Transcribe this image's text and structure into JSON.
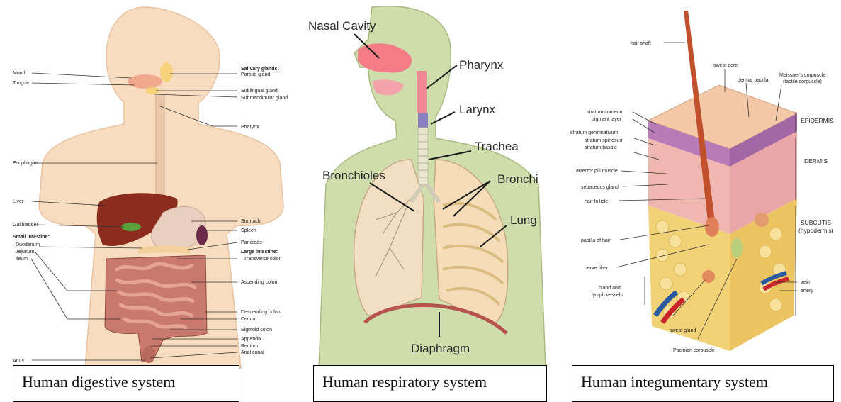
{
  "panels": {
    "digestive": {
      "caption": "Human digestive system",
      "labels": {
        "mouth": "Mouth",
        "tongue": "Tongue",
        "esophagus": "Esophagus",
        "liver": "Liver",
        "gallbladder": "Gallbladder",
        "small_intestine": "Small intestine:",
        "duodenum": "Duodenum",
        "jejunum": "Jejunum",
        "ileum": "Ileum",
        "anus": "Anus",
        "salivary": "Salivary glands:",
        "parotid": "Parotid gland",
        "sublingual": "Sublingual gland",
        "submandibular": "Submandibular gland",
        "pharynx": "Pharynx",
        "stomach": "Stomach",
        "spleen": "Spleen",
        "pancreas": "Pancreas",
        "large_intestine": "Large intestine:",
        "transverse": "Transverse colon",
        "ascending": "Ascending colon",
        "descending": "Descending colon",
        "cecum": "Cecum",
        "sigmoid": "Sigmoid colon",
        "appendix": "Appendix",
        "rectum": "Rectum",
        "anal_canal": "Anal canal"
      }
    },
    "respiratory": {
      "caption": "Human respiratory system",
      "labels": {
        "nasal": "Nasal Cavity",
        "pharynx": "Pharynx",
        "larynx": "Larynx",
        "trachea": "Trachea",
        "bronchioles": "Bronchioles",
        "bronchi": "Bronchi",
        "lung": "Lung",
        "diaphragm": "Diaphragm"
      }
    },
    "integumentary": {
      "caption": "Human integumentary system",
      "labels": {
        "hair_shaft": "hair shaft",
        "sweat_pore": "sweat pore",
        "dermal_papilla": "dermal papilla",
        "meissner1": "Meissner's corpuscle",
        "meissner2": "(tactile corpuscle)",
        "stratum_corneum": "stratum corneum",
        "pigment_layer": "pigment layer",
        "stratum_germ": "stratum germinativum",
        "stratum_spinosum": "stratum spinosum",
        "stratum_basale": "stratum basale",
        "arrector": "arrector pili muscle",
        "sebaceous": "sebaceous gland",
        "hair_follicle": "hair follicle",
        "papilla_hair": "papilla of hair",
        "nerve_fiber": "nerve fiber",
        "blood1": "blood and",
        "blood2": "lymph vessels",
        "sweat_gland": "sweat gland",
        "pacinian": "Pacinian corpuscle",
        "epidermis": "EPIDERMIS",
        "dermis": "DERMIS",
        "subcutis1": "SUBCUTIS",
        "subcutis2": "(hypodermis)",
        "vein": "vein",
        "artery": "artery"
      }
    }
  }
}
